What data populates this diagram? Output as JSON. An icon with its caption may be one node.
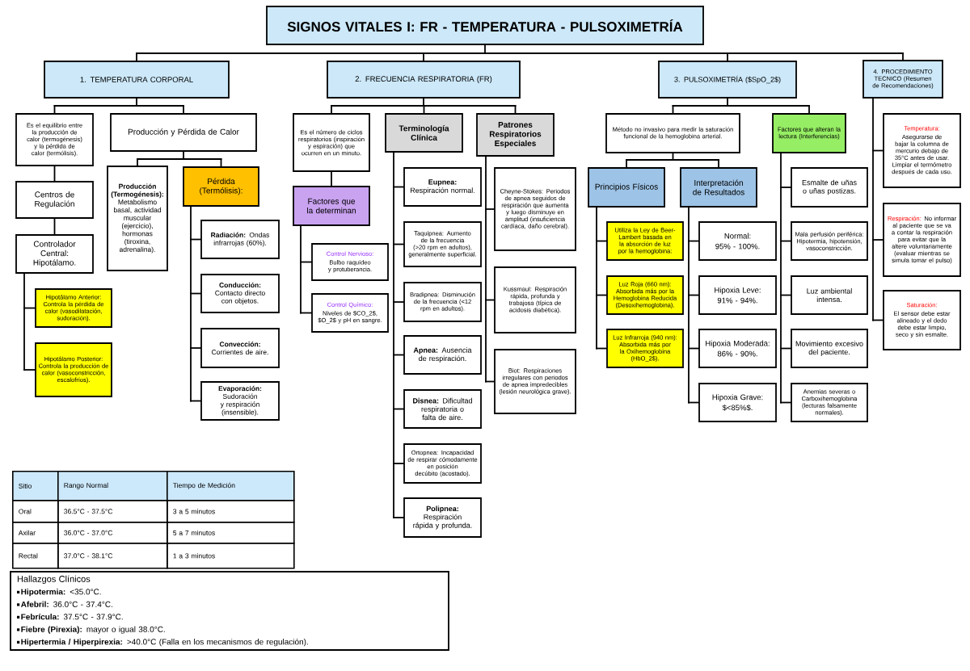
{
  "diagram": {
    "nodes": [
      {
        "text": [
          "SIGNOS VITALES I: FR - TEMPERATURA - PULSOXIMETRÍA"
        ]
      },
      {
        "text": [
          "1. TEMPERATURA CORPORAL"
        ]
      },
      {
        "text": [
          "2. FRECUENCIA RESPIRATORIA (FR)"
        ]
      },
      {
        "text": [
          "3. PULSOXIMETRÍA ($SpO_2$)"
        ]
      },
      {
        "text": [
          "4. PROCEDIMIENTO TECNICO (Resumen de Recomendaciones)"
        ]
      },
      {
        "text": [
          "Es el equilibrio entre la producción de calor (termogénesis) y la pérdida de calor (termólisis)."
        ]
      },
      {
        "text": [
          "Producción y Pérdida de Calor"
        ]
      },
      {
        "text": [
          "Centros de Regulación"
        ]
      },
      {
        "text": [
          "Controlador Central: Hipotálamo."
        ]
      },
      {
        "text": [
          "Hipotálamo Anterior: Controla la pérdida de calor (vasodilatación, sudoración)."
        ]
      },
      {
        "text": [
          "Hipotálamo Posterior: Controla la producción de calor (vasoconstricción, escalofríos)."
        ]
      },
      {
        "text": [
          "**Producción (Termogénesis):** Metabolismo basal, actividad muscular (ejercicio), hormonas (tiroxina, adrenalina)."
        ]
      },
      {
        "text": [
          "Pérdida (Termólisis):"
        ]
      },
      {
        "text": [
          "**Radiación:** Ondas infrarrojas (60%)."
        ]
      },
      {
        "text": [
          "**Conducción:** Contacto directo con objetos."
        ]
      },
      {
        "text": [
          "**Convección:** Corrientes de aire."
        ]
      },
      {
        "text": [
          "**Evaporación:** Sudoración y respiración (insensible)."
        ]
      },
      {
        "text": [
          "Es el número de ciclos respiratorios (inspiración y espiración) que ocurren en un minuto."
        ]
      },
      {
        "text": [
          "Terminología Clínica"
        ]
      },
      {
        "text": [
          "Patrones Respiratorios Especiales"
        ]
      },
      {
        "text": [
          "Factores que la determinan"
        ]
      },
      {
        "text": [
          "Control Nervioso:",
          "Bulbo raquídeo y protuberancia."
        ]
      },
      {
        "text": [
          "Control Químico:",
          "Niveles de $CO_2$, $O_2$ y pH en sangre."
        ]
      },
      {
        "text": [
          "**Eupnea:** Respiración normal."
        ]
      },
      {
        "text": [
          "Taquipnea: Aumento de la frecuencia (>20 rpm en adultos), generalmente superficial."
        ]
      },
      {
        "text": [
          "Bradipnea: Disminución de la frecuencia (<12 rpm en adultos)."
        ]
      },
      {
        "text": [
          "**Apnea:** Ausencia de respiración."
        ]
      },
      {
        "text": [
          "**Disnea:** Dificultad respiratoria o falta de aire."
        ]
      },
      {
        "text": [
          "Ortopnea: Incapacidad de respirar cómodamente en posición decúbito (acostado)."
        ]
      },
      {
        "text": [
          "**Polipnea:** Respiración rápida y profunda."
        ]
      },
      {
        "text": [
          "Cheyne-Stokes: Periodos de apnea seguidos de respiración que aumenta y luego disminuye en amplitud (insuficiencia cardíaca, daño cerebral)."
        ]
      },
      {
        "text": [
          "Kussmaul: Respiración rápida, profunda y trabajosa (típica de acidosis diabética)."
        ]
      },
      {
        "text": [
          "Biot: Respiraciones irregulares con periodos de apnea impredecibles (lesión neurológica grave)."
        ]
      },
      {
        "text": [
          "Método no invasivo para medir la saturación funcional de la hemoglobina arterial."
        ]
      },
      {
        "text": [
          "Factores que alteran la lectura (Interferencias)"
        ]
      },
      {
        "text": [
          "Principios Físicos"
        ]
      },
      {
        "text": [
          "Interpretación de Resultados"
        ]
      },
      {
        "text": [
          "Utiliza la Ley de Beer-Lambert basada en la absorción de luz por la hemoglobina:"
        ]
      },
      {
        "text": [
          "Luz Roja (660 nm): Absorbida más por la Hemoglobina Reducida (Desoxihemoglobina)."
        ]
      },
      {
        "text": [
          "Luz Infrarroja (940 nm): Absorbida más por la Oxihemoglobina (HbO_2$)."
        ]
      },
      {
        "text": [
          "Normal:",
          "95% - 100%."
        ]
      },
      {
        "text": [
          "Hipoxia Leve:",
          "91% - 94%."
        ]
      },
      {
        "text": [
          "Hipoxia Moderada:",
          "86% - 90%."
        ]
      },
      {
        "text": [
          "Hipoxia Grave:",
          "$<85%$."
        ]
      },
      {
        "text": [
          "Esmalte de uñas o uñas postizas."
        ]
      },
      {
        "text": [
          "Mala perfusión periférica: Hipotermia, hipotensión, vasoconstricción."
        ]
      },
      {
        "text": [
          "Luz ambiental intensa."
        ]
      },
      {
        "text": [
          "Movimiento excesivo del paciente."
        ]
      },
      {
        "text": [
          "Anemias severas o Carboxihemoglobina (lecturas falsamente normales)."
        ]
      },
      {
        "text": [
          "Temperatura:",
          "Asegurarse de bajar la columna de mercurio debajo de 35°C antes de usar. Limpiar el termómetro después de cada uso."
        ]
      },
      {
        "text": [
          "Respiración:",
          "No informar al paciente que se va a contar la respiración para evitar que la altere voluntariamente (evaluar mientras se simula tomar el pulso)"
        ]
      },
      {
        "text": [
          "Saturación:",
          "El sensor debe estar alineado y el dedo debe estar limpio, seco y sin esmalte."
        ]
      },
      {
        "text": [
          "Hallazgos Clínicos",
          "**Hipotermia:** <35.0°C.",
          "**Afebril:** 36.0°C - 37.4°C.",
          "**Febrícula:** 37.5°C - 37.9°C.",
          "**Fiebre (Pirexia):** mayor o igual 38.0°C.",
          "**Hipertermia / Hiperpirexia:** >40.0°C (Falla en los mecanismos de regulación)."
        ]
      }
    ],
    "edges": [
      {
        "from": 0,
        "to": 1,
        "arrow": "none"
      },
      {
        "from": 0,
        "to": 2,
        "arrow": "none"
      },
      {
        "from": 0,
        "to": 3,
        "arrow": "none"
      },
      {
        "from": 0,
        "to": 4,
        "arrow": "none"
      },
      {
        "from": 1,
        "to": 5,
        "arrow": "none"
      },
      {
        "from": 1,
        "to": 6,
        "arrow": "none"
      },
      {
        "from": 5,
        "to": 7,
        "arrow": "none"
      },
      {
        "from": 7,
        "to": 8,
        "arrow": "none"
      },
      {
        "from": 8,
        "to": 9,
        "arrow": "none"
      },
      {
        "from": 8,
        "to": 10,
        "arrow": "none"
      },
      {
        "from": 6,
        "to": 11,
        "arrow": "none"
      },
      {
        "from": 6,
        "to": 12,
        "arrow": "none"
      },
      {
        "from": 12,
        "to": 13,
        "arrow": "none"
      },
      {
        "from": 12,
        "to": 14,
        "arrow": "none"
      },
      {
        "from": 12,
        "to": 15,
        "arrow": "none"
      },
      {
        "from": 12,
        "to": 16,
        "arrow": "none"
      },
      {
        "from": 2,
        "to": 17,
        "arrow": "none"
      },
      {
        "from": 2,
        "to": 18,
        "arrow": "none"
      },
      {
        "from": 2,
        "to": 19,
        "arrow": "none"
      },
      {
        "from": 17,
        "to": 20,
        "arrow": "none"
      },
      {
        "from": 20,
        "to": 21,
        "arrow": "none"
      },
      {
        "from": 20,
        "to": 22,
        "arrow": "none"
      },
      {
        "from": 18,
        "to": 23,
        "arrow": "none"
      },
      {
        "from": 18,
        "to": 24,
        "arrow": "none"
      },
      {
        "from": 18,
        "to": 25,
        "arrow": "none"
      },
      {
        "from": 18,
        "to": 26,
        "arrow": "none"
      },
      {
        "from": 18,
        "to": 27,
        "arrow": "none"
      },
      {
        "from": 18,
        "to": 28,
        "arrow": "none"
      },
      {
        "from": 18,
        "to": 29,
        "arrow": "none"
      },
      {
        "from": 19,
        "to": 30,
        "arrow": "none"
      },
      {
        "from": 19,
        "to": 31,
        "arrow": "none"
      },
      {
        "from": 19,
        "to": 32,
        "arrow": "none"
      },
      {
        "from": 3,
        "to": 33,
        "arrow": "none"
      },
      {
        "from": 3,
        "to": 34,
        "arrow": "none"
      },
      {
        "from": 33,
        "to": 35,
        "arrow": "none"
      },
      {
        "from": 33,
        "to": 36,
        "arrow": "none"
      },
      {
        "from": 35,
        "to": 37,
        "arrow": "none"
      },
      {
        "from": 35,
        "to": 38,
        "arrow": "none"
      },
      {
        "from": 35,
        "to": 39,
        "arrow": "none"
      },
      {
        "from": 36,
        "to": 40,
        "arrow": "none"
      },
      {
        "from": 36,
        "to": 41,
        "arrow": "none"
      },
      {
        "from": 36,
        "to": 42,
        "arrow": "none"
      },
      {
        "from": 36,
        "to": 43,
        "arrow": "none"
      },
      {
        "from": 34,
        "to": 44,
        "arrow": "none"
      },
      {
        "from": 34,
        "to": 45,
        "arrow": "none"
      },
      {
        "from": 34,
        "to": 46,
        "arrow": "none"
      },
      {
        "from": 34,
        "to": 47,
        "arrow": "none"
      },
      {
        "from": 34,
        "to": 48,
        "arrow": "none"
      },
      {
        "from": 4,
        "to": 49,
        "arrow": "none"
      },
      {
        "from": 4,
        "to": 50,
        "arrow": "none"
      },
      {
        "from": 4,
        "to": 51,
        "arrow": "none"
      }
    ],
    "labels": [
      "Sitio",
      "Rango Normal",
      "Tiempo de Medición",
      "Oral",
      "36.5°C - 37.5°C",
      "3 a 5 minutos",
      "Axilar",
      "36.0°C - 37.0°C",
      "5 a 7 minutos",
      "Rectal",
      "37.0°C - 38.1°C",
      "1 a 3 minutos"
    ]
  }
}
